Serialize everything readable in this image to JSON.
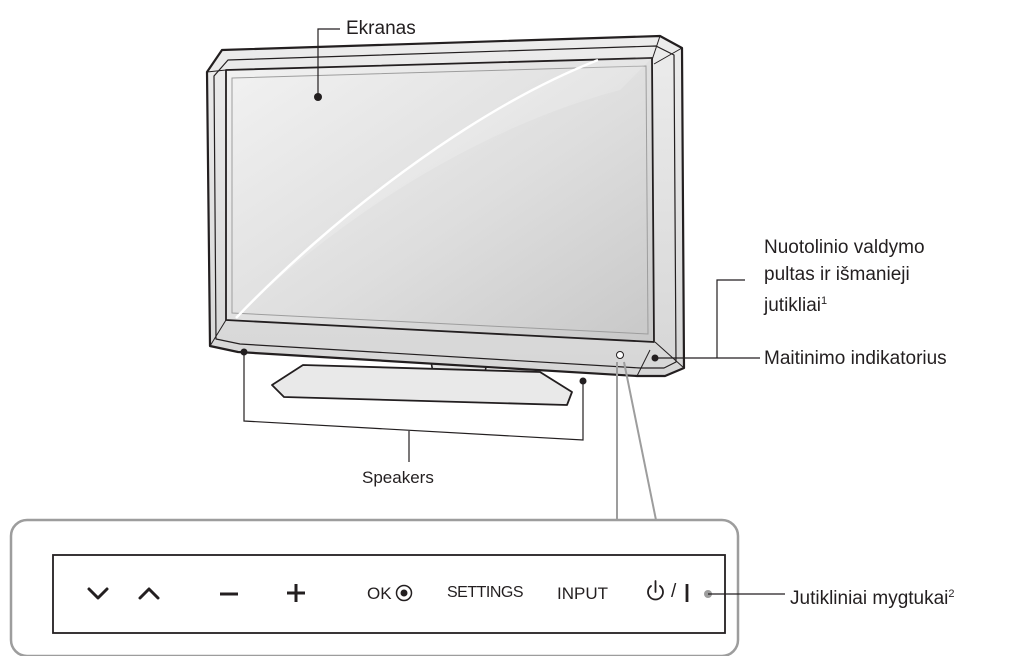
{
  "labels": {
    "screen": "Ekranas",
    "remote_sensor_line1": "Nuotolinio valdymo",
    "remote_sensor_line2": "pultas ir išmanieji",
    "remote_sensor_line3": "jutikliai",
    "remote_sensor_sup": "1",
    "power_indicator": "Maitinimo indikatorius",
    "speakers": "Speakers",
    "touch_buttons": "Jutikliniai mygtukai",
    "touch_buttons_sup": "2"
  },
  "buttons": {
    "ok": "OK",
    "settings": "SETTINGS",
    "input": "INPUT",
    "power_separator": "/"
  },
  "icons": [
    "chevron-down-icon",
    "chevron-up-icon",
    "minus-icon",
    "plus-icon",
    "ok-dot-icon",
    "power-icon"
  ]
}
